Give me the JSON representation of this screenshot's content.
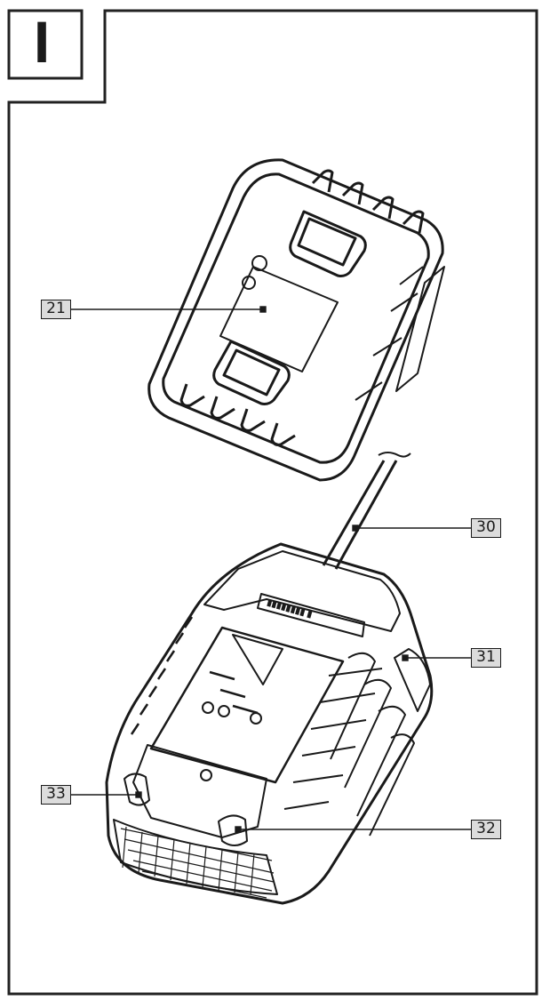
{
  "figure": {
    "section_label": "I",
    "callouts": {
      "c21": "21",
      "c30": "30",
      "c31": "31",
      "c32": "32",
      "c33": "33"
    }
  }
}
